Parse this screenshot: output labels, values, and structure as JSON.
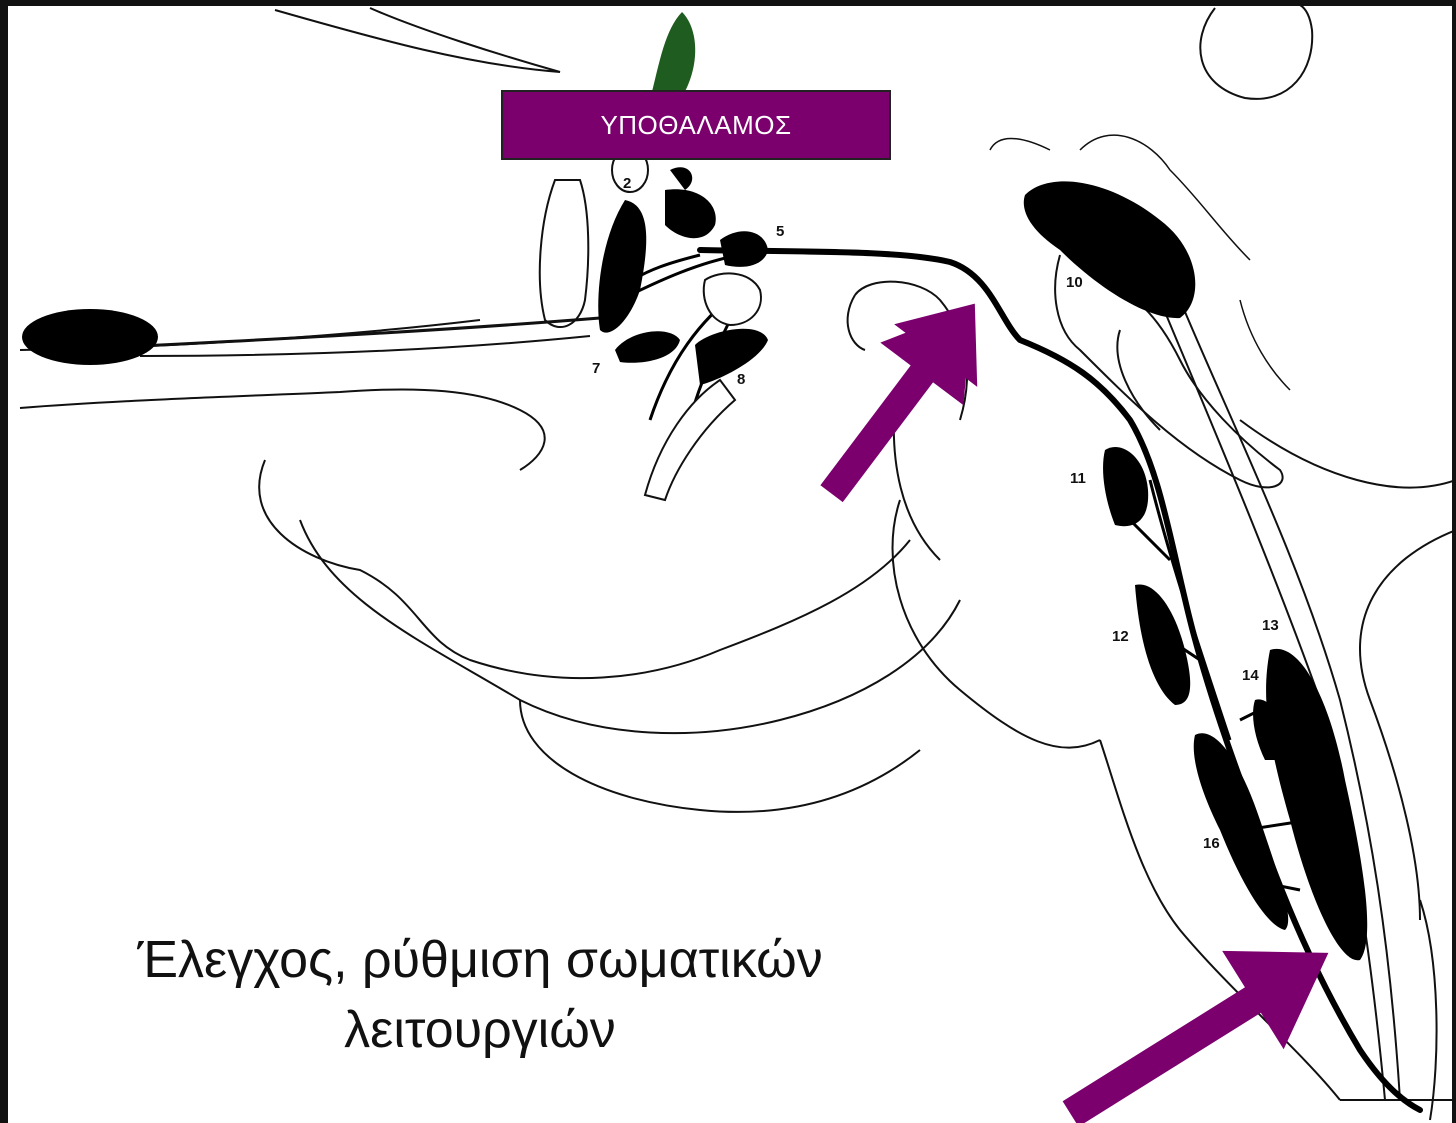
{
  "label": "ΥΠΟΘΑΛΑΜΟΣ",
  "caption": {
    "line1": "Έλεγχος, ρύθμιση σωματικών",
    "line2": "λειτουργιών"
  },
  "diagram_numbers": {
    "n2": "2",
    "n5": "5",
    "n7": "7",
    "n8": "8",
    "n10": "10",
    "n11": "11",
    "n12": "12",
    "n13": "13",
    "n14": "14",
    "n16": "16"
  },
  "colors": {
    "accent": "#7b006e",
    "ink": "#111111",
    "pituitary_stalk": "#1f5c1f"
  }
}
